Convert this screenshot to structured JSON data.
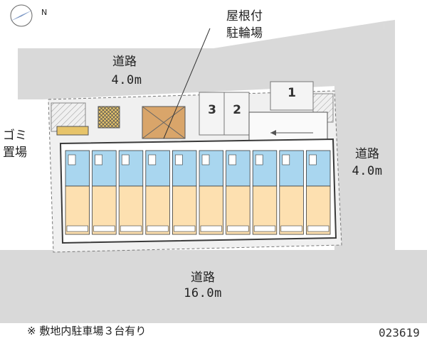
{
  "compass": {
    "north_label": "N",
    "icon": "compass-icon"
  },
  "labels": {
    "road_top": {
      "name": "道路",
      "width": "4.0m"
    },
    "road_right": {
      "name": "道路",
      "width": "4.0m"
    },
    "road_bottom": {
      "name": "道路",
      "width": "16.0m"
    },
    "bike_parking": [
      "屋根付",
      "駐輪場"
    ],
    "garbage": [
      "ゴミ",
      "置場"
    ]
  },
  "parking": {
    "slots": [
      "3",
      "2",
      "1"
    ]
  },
  "building": {
    "units": 10
  },
  "note": "※ 敷地内駐車場３台有り",
  "code": "023619",
  "colors": {
    "road": "#d9d9d9",
    "lot": "#f0f0f0",
    "wet_area": "#a9d6ef",
    "room": "#fde0b0",
    "bike_shed": "#d9a56a",
    "garbage_box": "#e7c46a",
    "outline": "#3a3a3a"
  }
}
